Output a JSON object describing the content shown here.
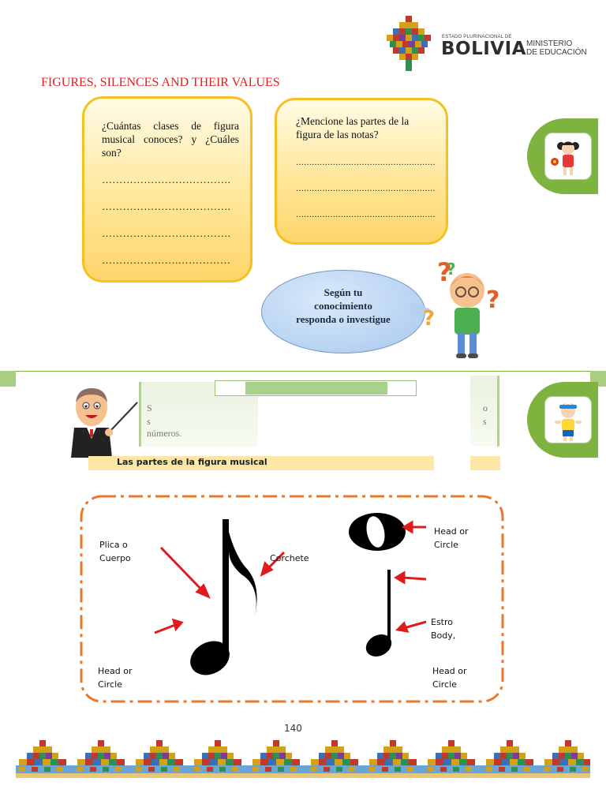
{
  "header": {
    "logo_line1": "ESTADO PLURINACIONAL DE",
    "logo_line2": "BOLIVIA",
    "logo_line3a": "MINISTERIO",
    "logo_line3b": "DE EDUCACIÓN"
  },
  "page_title": "FIGURES, SILENCES AND THEIR VALUES",
  "question_box_1": {
    "text": "¿Cuántas clases de figura musical conoces? y ¿Cuáles son?",
    "lines": [
      "……………………………….",
      "……………………………….",
      "……………………………….",
      "………………….……………"
    ]
  },
  "question_box_2": {
    "text": "¿Mencione las partes de la figura de las notas?",
    "lines": [
      "………………………………………………",
      "………………………………………………",
      "………………………………………………"
    ]
  },
  "speech_bubble": {
    "line1": "Según tu",
    "line2": "conocimiento",
    "line3": "responda o investigue"
  },
  "section2": {
    "fragment_s1": "S",
    "fragment_s2": "s",
    "numeros": "números.",
    "fragment_r1": "o",
    "fragment_r2": "s",
    "partes_title": "Las partes de la figura musical"
  },
  "note_labels": {
    "plica": "Plica o",
    "cuerpo": "Cuerpo",
    "corchete": "Corchete",
    "head_left_1": "Head or",
    "head_left_2": "Circle",
    "head_top_1": "Head or",
    "head_top_2": "Circle",
    "stem_1": "Estro",
    "stem_2": "Body,",
    "head_bottom_1": "Head or",
    "head_bottom_2": "Circle"
  },
  "page_number": "140",
  "colors": {
    "title_red": "#e02020",
    "box_gold": "#f5c120",
    "tab_green": "#7eb33f",
    "frame_orange": "#e9772a",
    "arrow_red": "#e01b1b"
  }
}
